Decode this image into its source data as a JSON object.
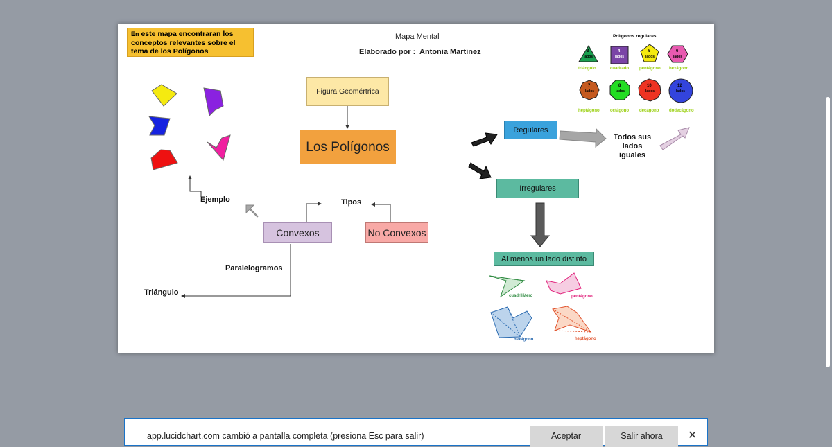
{
  "map": {
    "intro_prefix": "En",
    "intro_text": "este mapa encontraran los conceptos relevantes sobre  el tema de los Polígonos",
    "title": "Mapa Mental",
    "author_label": "Elaborado por :",
    "author_name": "Antonia Martínez  _",
    "figure_node": "Figura Geomértrica",
    "main_node": "Los Polígonos",
    "regular_node": "Regulares",
    "irregular_node": "Irregulares",
    "all_sides_text": "Todos sus lados iguales",
    "one_side_node": "Al menos un lado distinto",
    "example_label": "Ejemplo",
    "types_label": "Tipos",
    "convex_node": "Convexos",
    "nonconvex_node": "No Convexos",
    "parallelogram_label": "Paralelogramos",
    "triangle_label": "Triángulo"
  },
  "regular_polygons": {
    "title": "Polígonos regulares",
    "items": [
      {
        "count": "3",
        "sides_word": "lados",
        "name": "triángulo",
        "color": "#1aa050"
      },
      {
        "count": "4",
        "sides_word": "lados",
        "name": "cuadrado",
        "color": "#7a44a6"
      },
      {
        "count": "5",
        "sides_word": "lados",
        "name": "pentágono",
        "color": "#f5ea10"
      },
      {
        "count": "6",
        "sides_word": "lados",
        "name": "hexágono",
        "color": "#e85ab0"
      },
      {
        "count": "7",
        "sides_word": "lados",
        "name": "heptágono",
        "color": "#c55a20"
      },
      {
        "count": "8",
        "sides_word": "lados",
        "name": "octágono",
        "color": "#22dd22"
      },
      {
        "count": "10",
        "sides_word": "lados",
        "name": "decágono",
        "color": "#ee3322"
      },
      {
        "count": "12",
        "sides_word": "lados",
        "name": "dodecágono",
        "color": "#3344dd"
      }
    ]
  },
  "irregular_examples": [
    {
      "name": "cuadrilátero",
      "color": "#2e8a40"
    },
    {
      "name": "pentágono",
      "color": "#e0207a"
    },
    {
      "name": "hexágono",
      "color": "#2a6ab0"
    },
    {
      "name": "heptágono",
      "color": "#e0502a"
    }
  ],
  "notification": {
    "text": "app.lucidchart.com cambió a pantalla completa (presiona Esc para salir)",
    "accept_label": "Aceptar",
    "exit_label": "Salir ahora",
    "close_symbol": "✕"
  }
}
